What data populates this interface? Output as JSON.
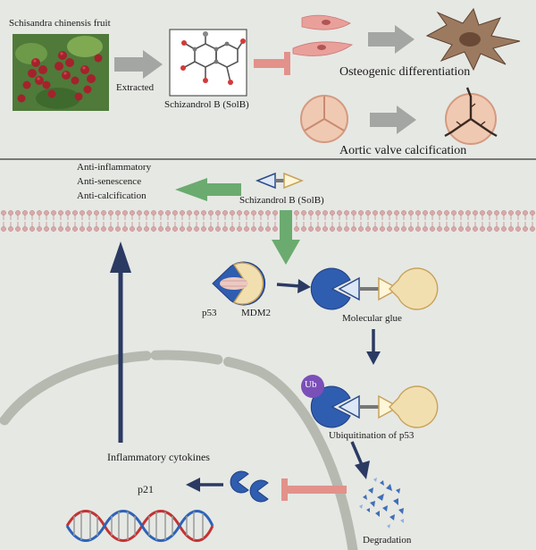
{
  "top": {
    "fruit_label": "Schisandra chinensis fruit",
    "extracted_label": "Extracted",
    "compound_label": "Schizandrol B (SolB)",
    "osteogenic_label": "Osteogenic differentiation",
    "aortic_label": "Aortic valve calcification"
  },
  "bottom": {
    "effects": [
      "Anti-inflammatory",
      "Anti-senescence",
      "Anti-calcification"
    ],
    "solb_label": "Schizandrol B (SolB)",
    "p53_label": "p53",
    "mdm2_label": "MDM2",
    "glue_label": "Molecular glue",
    "ub_label": "Ub",
    "ubiquitination_label": "Ubiquitination of p53",
    "cytokines_label": "Inflammatory cytokines",
    "p21_label": "p21",
    "degradation_label": "Degradation"
  },
  "colors": {
    "background": "#e6e8e4",
    "p53_blue": "#2f5db0",
    "mdm2_yellow": "#f2dfb0",
    "green_arrow": "#6bab6f",
    "navy_arrow": "#2b3a62",
    "inhibit_red": "#e2928a",
    "ub_purple": "#7b4fb8"
  }
}
